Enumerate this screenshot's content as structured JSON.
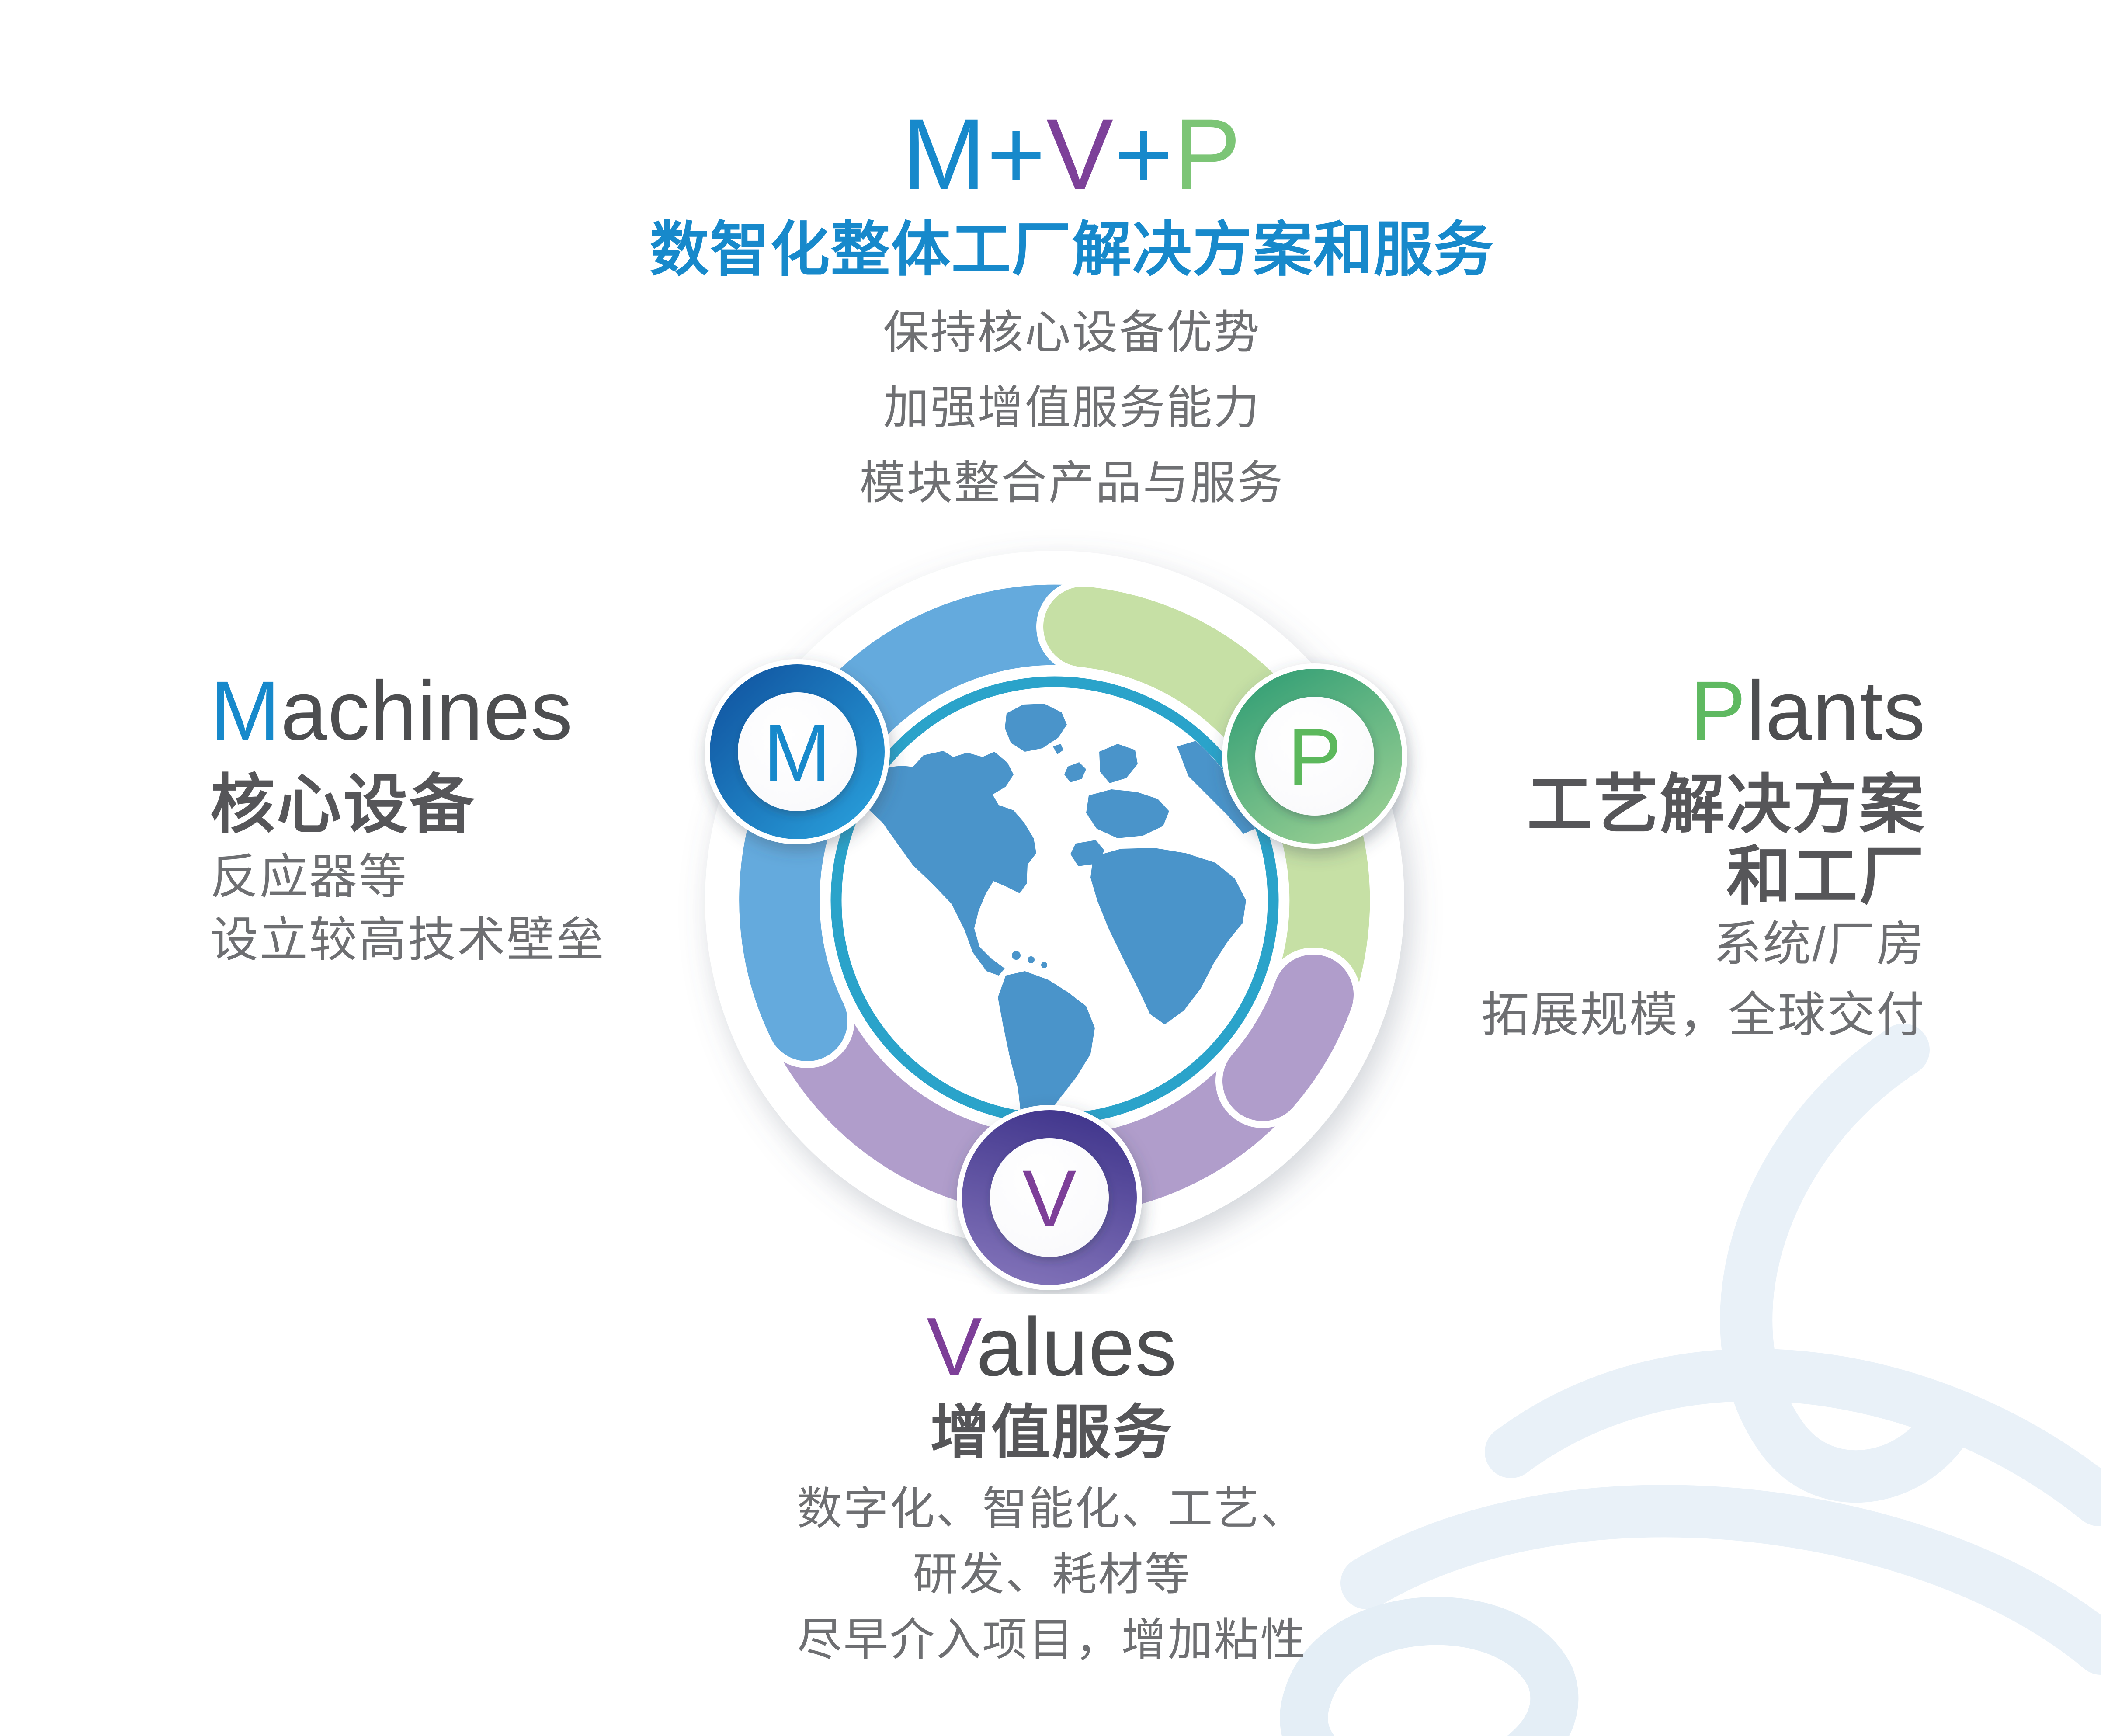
{
  "header": {
    "title": {
      "m": "M",
      "plus1": "+",
      "v": "V",
      "plus2": "+",
      "p": "P"
    },
    "subtitle": "数智化整体工厂解决方案和服务",
    "bullets": [
      "保持核心设备优势",
      "加强增值服务能力",
      "模块整合产品与服务"
    ]
  },
  "diagram": {
    "badges": {
      "m": "M",
      "p": "P",
      "v": "V"
    }
  },
  "machines": {
    "initial": "M",
    "rest": "achines",
    "heading": "核心设备",
    "lines": [
      "反应器等",
      "设立较高技术壁垒"
    ]
  },
  "plants": {
    "initial": "P",
    "rest": "lants",
    "heading_line1": "工艺解决方案",
    "heading_line2": "和工厂",
    "lines": [
      "系统/厂房",
      "拓展规模，全球交付"
    ]
  },
  "values": {
    "initial": "V",
    "rest": "alues",
    "heading": "增值服务",
    "lines": [
      "数字化、智能化、工艺、",
      "研发、耗材等",
      "尽早介入项目，增加粘性"
    ]
  },
  "colors": {
    "accent_blue": "#1789cb",
    "accent_purple": "#7d3f98",
    "accent_green": "#5fb961",
    "arc_blue": "#64aadd",
    "arc_green": "#c6e0a5",
    "arc_purple": "#b09dcb",
    "badge_m_gradient": [
      "#0f4f9c",
      "#2aa4df"
    ],
    "badge_p_gradient": [
      "#2f9d74",
      "#97ce92"
    ],
    "badge_v_gradient": [
      "#43388e",
      "#8273b9"
    ],
    "globe_land": "#4a94ca",
    "globe_ring": "#2aa3ca",
    "heading_gray": "#4d4e50",
    "cjk_heading_gray": "#565659",
    "body_gray": "#6e6f72",
    "watermark_blue": "#e9f1f8"
  }
}
